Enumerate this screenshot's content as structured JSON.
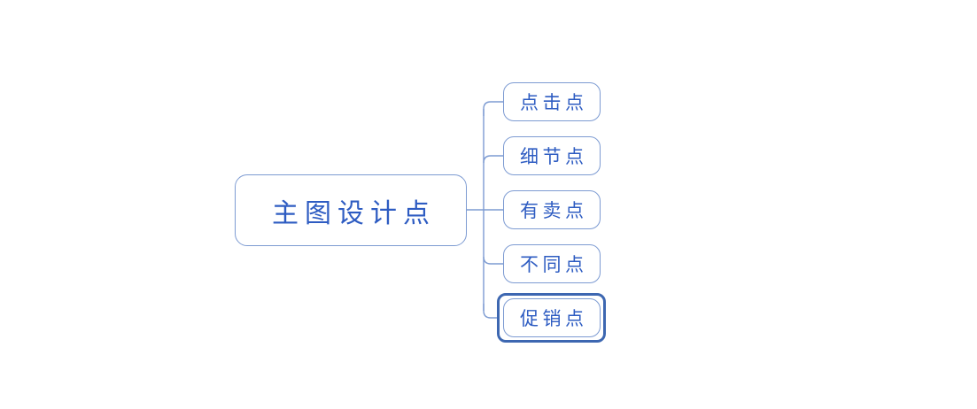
{
  "diagram": {
    "type": "mindmap",
    "root": {
      "label": "主图设计点"
    },
    "children": [
      {
        "label": "点击点",
        "selected": false
      },
      {
        "label": "细节点",
        "selected": false
      },
      {
        "label": "有卖点",
        "selected": false
      },
      {
        "label": "不同点",
        "selected": false
      },
      {
        "label": "促销点",
        "selected": true
      }
    ],
    "colors": {
      "background": "#ffffff",
      "node_border": "#7d9bd2",
      "node_text": "#2e5cc2",
      "connector": "#7d9bd2",
      "selection_border": "#3d67b1"
    }
  }
}
